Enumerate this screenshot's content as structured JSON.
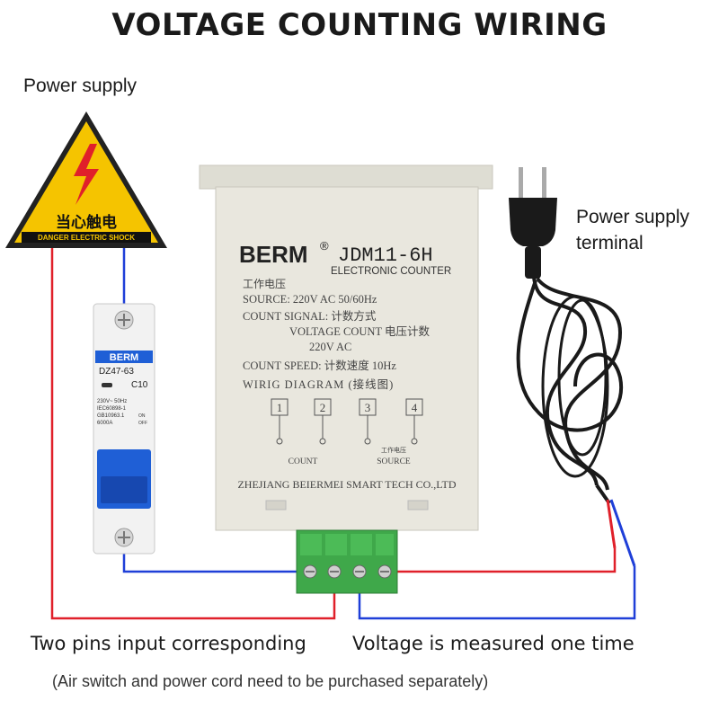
{
  "title": "VOLTAGE COUNTING WIRING",
  "labels": {
    "power_supply": "Power supply",
    "power_terminal_line1": "Power supply",
    "power_terminal_line2": "terminal",
    "two_pins": "Two pins input corresponding",
    "voltage_measured": "Voltage is measured one time",
    "note": "(Air switch and power cord need to be purchased separately)"
  },
  "warning_sign": {
    "chinese": "当心触电",
    "english": "DANGER ELECTRIC SHOCK"
  },
  "breaker": {
    "brand": "BERM",
    "model": "DZ47-63",
    "rating": "C10",
    "spec_lines": [
      "230V~ 50Hz",
      "IEC60898-1",
      "GB10963.1",
      "6000A"
    ],
    "on_label": "ON",
    "off_label": "OFF"
  },
  "counter": {
    "brand": "BERM",
    "model": "JDM11-6H",
    "subtitle": "ELECTRONIC COUNTER",
    "line_work_voltage": "工作电压",
    "line_source": "SOURCE: 220V AC 50/60Hz",
    "line_count_signal": "COUNT SIGNAL: 计数方式",
    "line_voltage_count": "VOLTAGE COUNT 电压计数",
    "line_220v": "220V AC",
    "line_count_speed": "COUNT SPEED: 计数速度 10Hz",
    "line_diagram": "WIRIG DIAGRAM (接线图)",
    "terminals": [
      "1",
      "2",
      "3",
      "4"
    ],
    "count_label": "COUNT",
    "source_label_cn": "工作电压",
    "source_label": "SOURCE",
    "maker": "ZHEJIANG BEIERMEI SMART TECH CO.,LTD"
  },
  "colors": {
    "red_wire": "#e0202a",
    "blue_wire": "#1f3fd8",
    "counter_body": "#e9e7de",
    "terminal_green": "#3fa84a",
    "breaker_blue": "#1f5fd6",
    "sign_yellow": "#f5c400"
  }
}
